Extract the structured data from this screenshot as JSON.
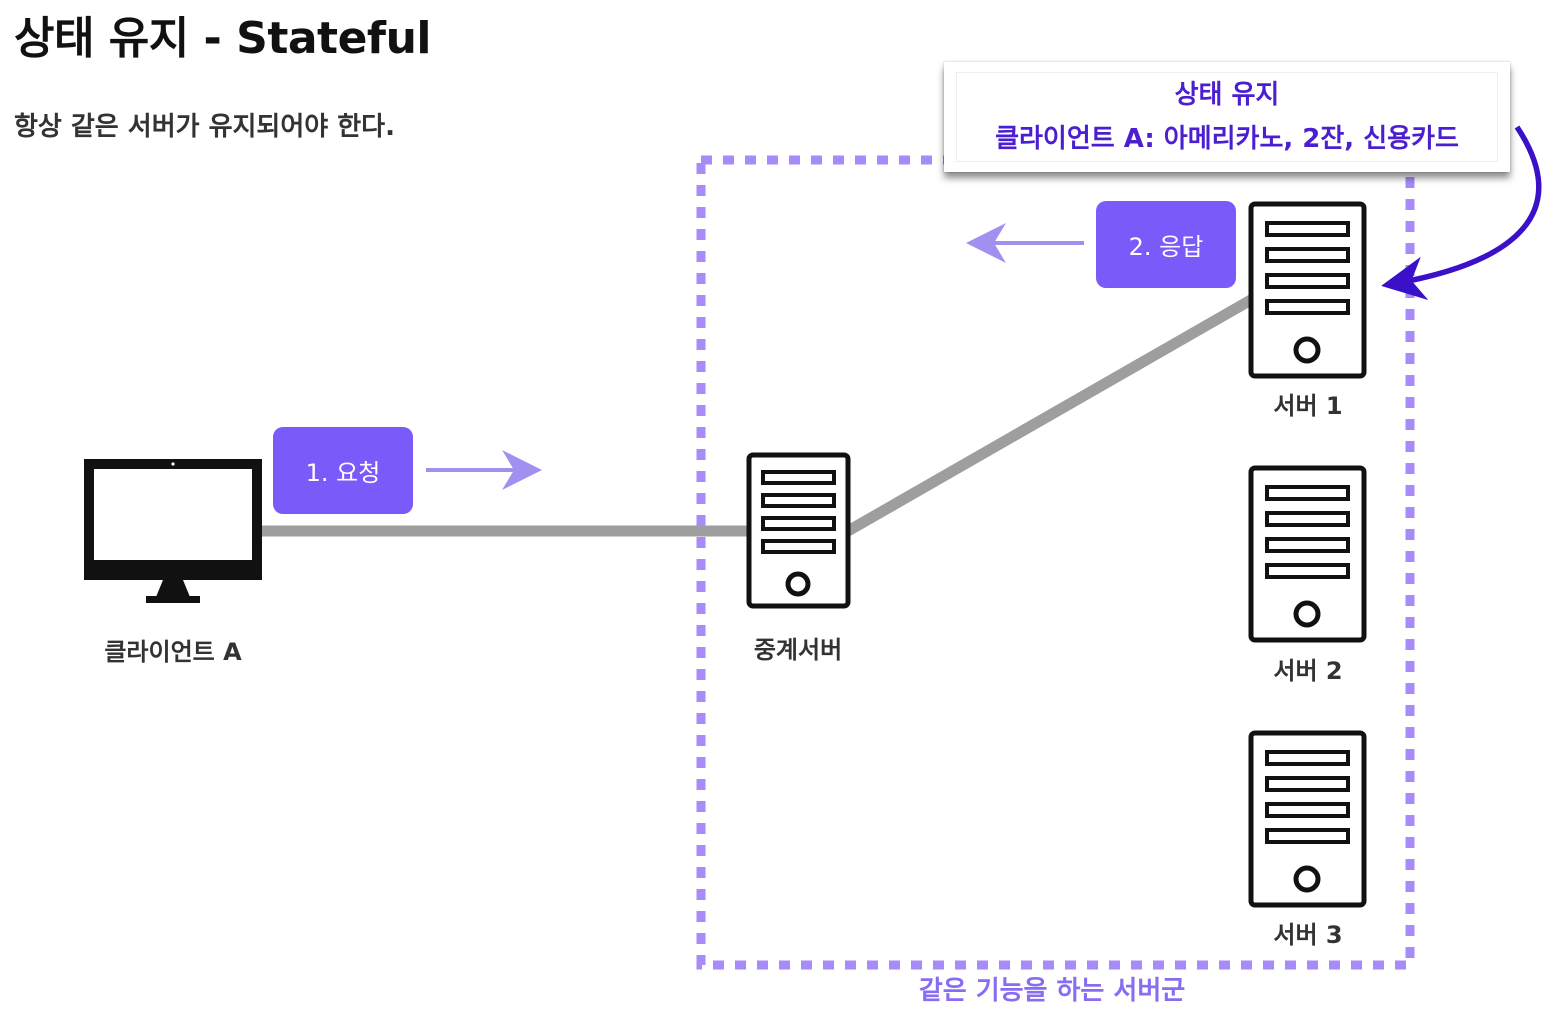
{
  "title": "상태 유지 - Stateful",
  "subtitle": "항상 같은 서버가 유지되어야 한다.",
  "client": {
    "label": "클라이언트 A"
  },
  "proxy": {
    "label": "중계서버"
  },
  "servers": [
    {
      "label": "서버 1"
    },
    {
      "label": "서버 2"
    },
    {
      "label": "서버 3"
    }
  ],
  "request": {
    "label": "1. 요청"
  },
  "response": {
    "label": "2. 응답"
  },
  "callout": {
    "line1": "상태 유지",
    "line2": "클라이언트 A: 아메리카노, 2잔, 신용카드"
  },
  "group": {
    "label": "같은 기능을 하는 서버군"
  },
  "colors": {
    "accent": "#7a5af8",
    "arrow_light": "#a38ff0",
    "dashed_border": "#a78bfa",
    "callout_text": "#4b1fd1",
    "connector": "#9e9e9e"
  }
}
